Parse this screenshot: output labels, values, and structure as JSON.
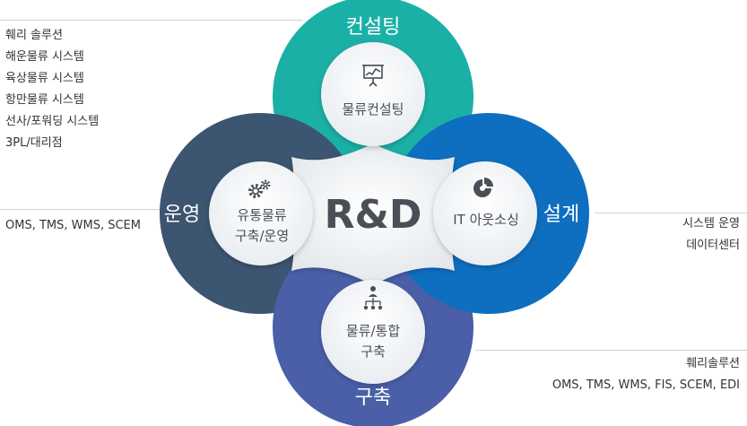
{
  "center": {
    "label": "R&D"
  },
  "petals": {
    "top": {
      "title": "컨설팅",
      "icon": "presentation-chart-icon",
      "color": "#1bb0a6",
      "inner": [
        "물류컨설팅"
      ]
    },
    "right": {
      "title": "설계",
      "icon": "pie-chart-icon",
      "color": "#0e6fc0",
      "inner": [
        "IT 아웃소싱"
      ]
    },
    "bottom": {
      "title": "구축",
      "icon": "network-hierarchy-icon",
      "color": "#4a5fa8",
      "inner": [
        "물류/통합",
        "구축"
      ]
    },
    "left": {
      "title": "운영",
      "icon": "gears-icon",
      "color": "#3c5570",
      "inner": [
        "유통물류",
        "구축/운영"
      ]
    }
  },
  "lists": {
    "top_left": [
      "훼리 솔루션",
      "해운물류 시스템",
      "육상물류 시스템",
      "항만물류 시스템",
      "선사/포워딩 시스템",
      "3PL/대리점"
    ],
    "left": [
      "OMS, TMS, WMS, SCEM"
    ],
    "right": [
      "시스템 운영",
      "데이터센터"
    ],
    "bottom_right": [
      "훼리솔루션",
      "OMS, TMS, WMS, FIS, SCEM, EDI"
    ]
  }
}
